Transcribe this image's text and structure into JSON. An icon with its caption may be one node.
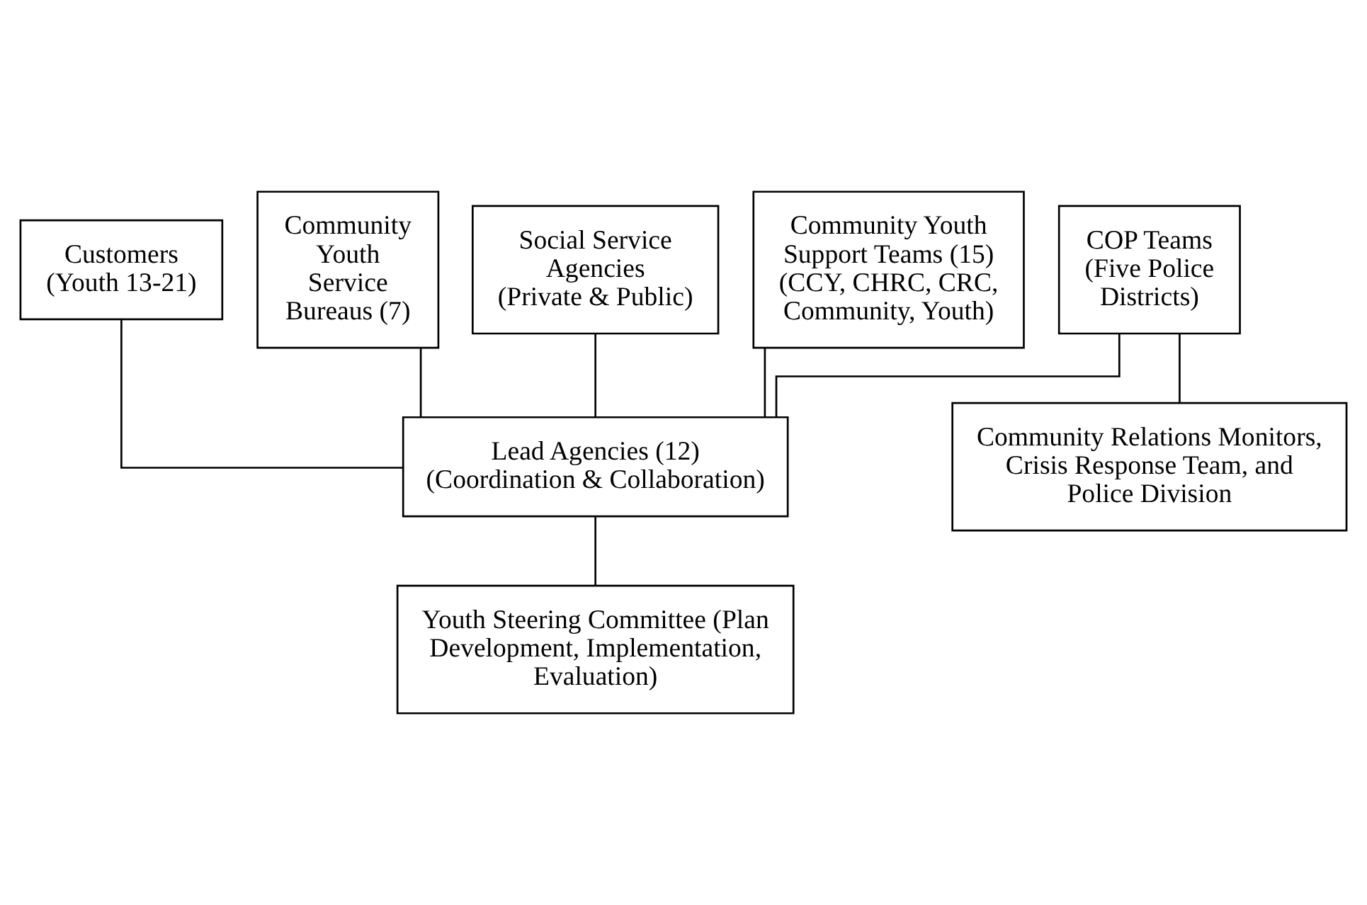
{
  "diagram": {
    "nodes": [
      {
        "text": [
          "Customers",
          "(Youth 13-21)"
        ]
      },
      {
        "text": [
          "Community Youth Service Bureaus (7)"
        ]
      },
      {
        "text": [
          "Social Service Agencies",
          "(Private & Public)"
        ]
      },
      {
        "text": [
          "Community Youth Support Teams (15)",
          "(CCY, CHRC, CRC, Community, Youth)"
        ]
      },
      {
        "text": [
          "COP Teams",
          "(Five Police Districts)"
        ]
      },
      {
        "text": [
          "Lead Agencies (12)",
          "(Coordination & Collaboration)"
        ]
      },
      {
        "text": [
          "Community Relations Monitors, Crisis Response Team, and Police Division"
        ]
      },
      {
        "text": [
          "Youth Steering Committee (Plan Development, Implementation, Evaluation)"
        ]
      }
    ],
    "edges": [
      {
        "from": 0,
        "to": 5,
        "arrow": "none"
      },
      {
        "from": 1,
        "to": 5,
        "arrow": "none"
      },
      {
        "from": 2,
        "to": 5,
        "arrow": "none"
      },
      {
        "from": 3,
        "to": 5,
        "arrow": "none"
      },
      {
        "from": 4,
        "to": 5,
        "arrow": "none"
      },
      {
        "from": 4,
        "to": 6,
        "arrow": "none"
      },
      {
        "from": 5,
        "to": 7,
        "arrow": "none"
      }
    ]
  }
}
